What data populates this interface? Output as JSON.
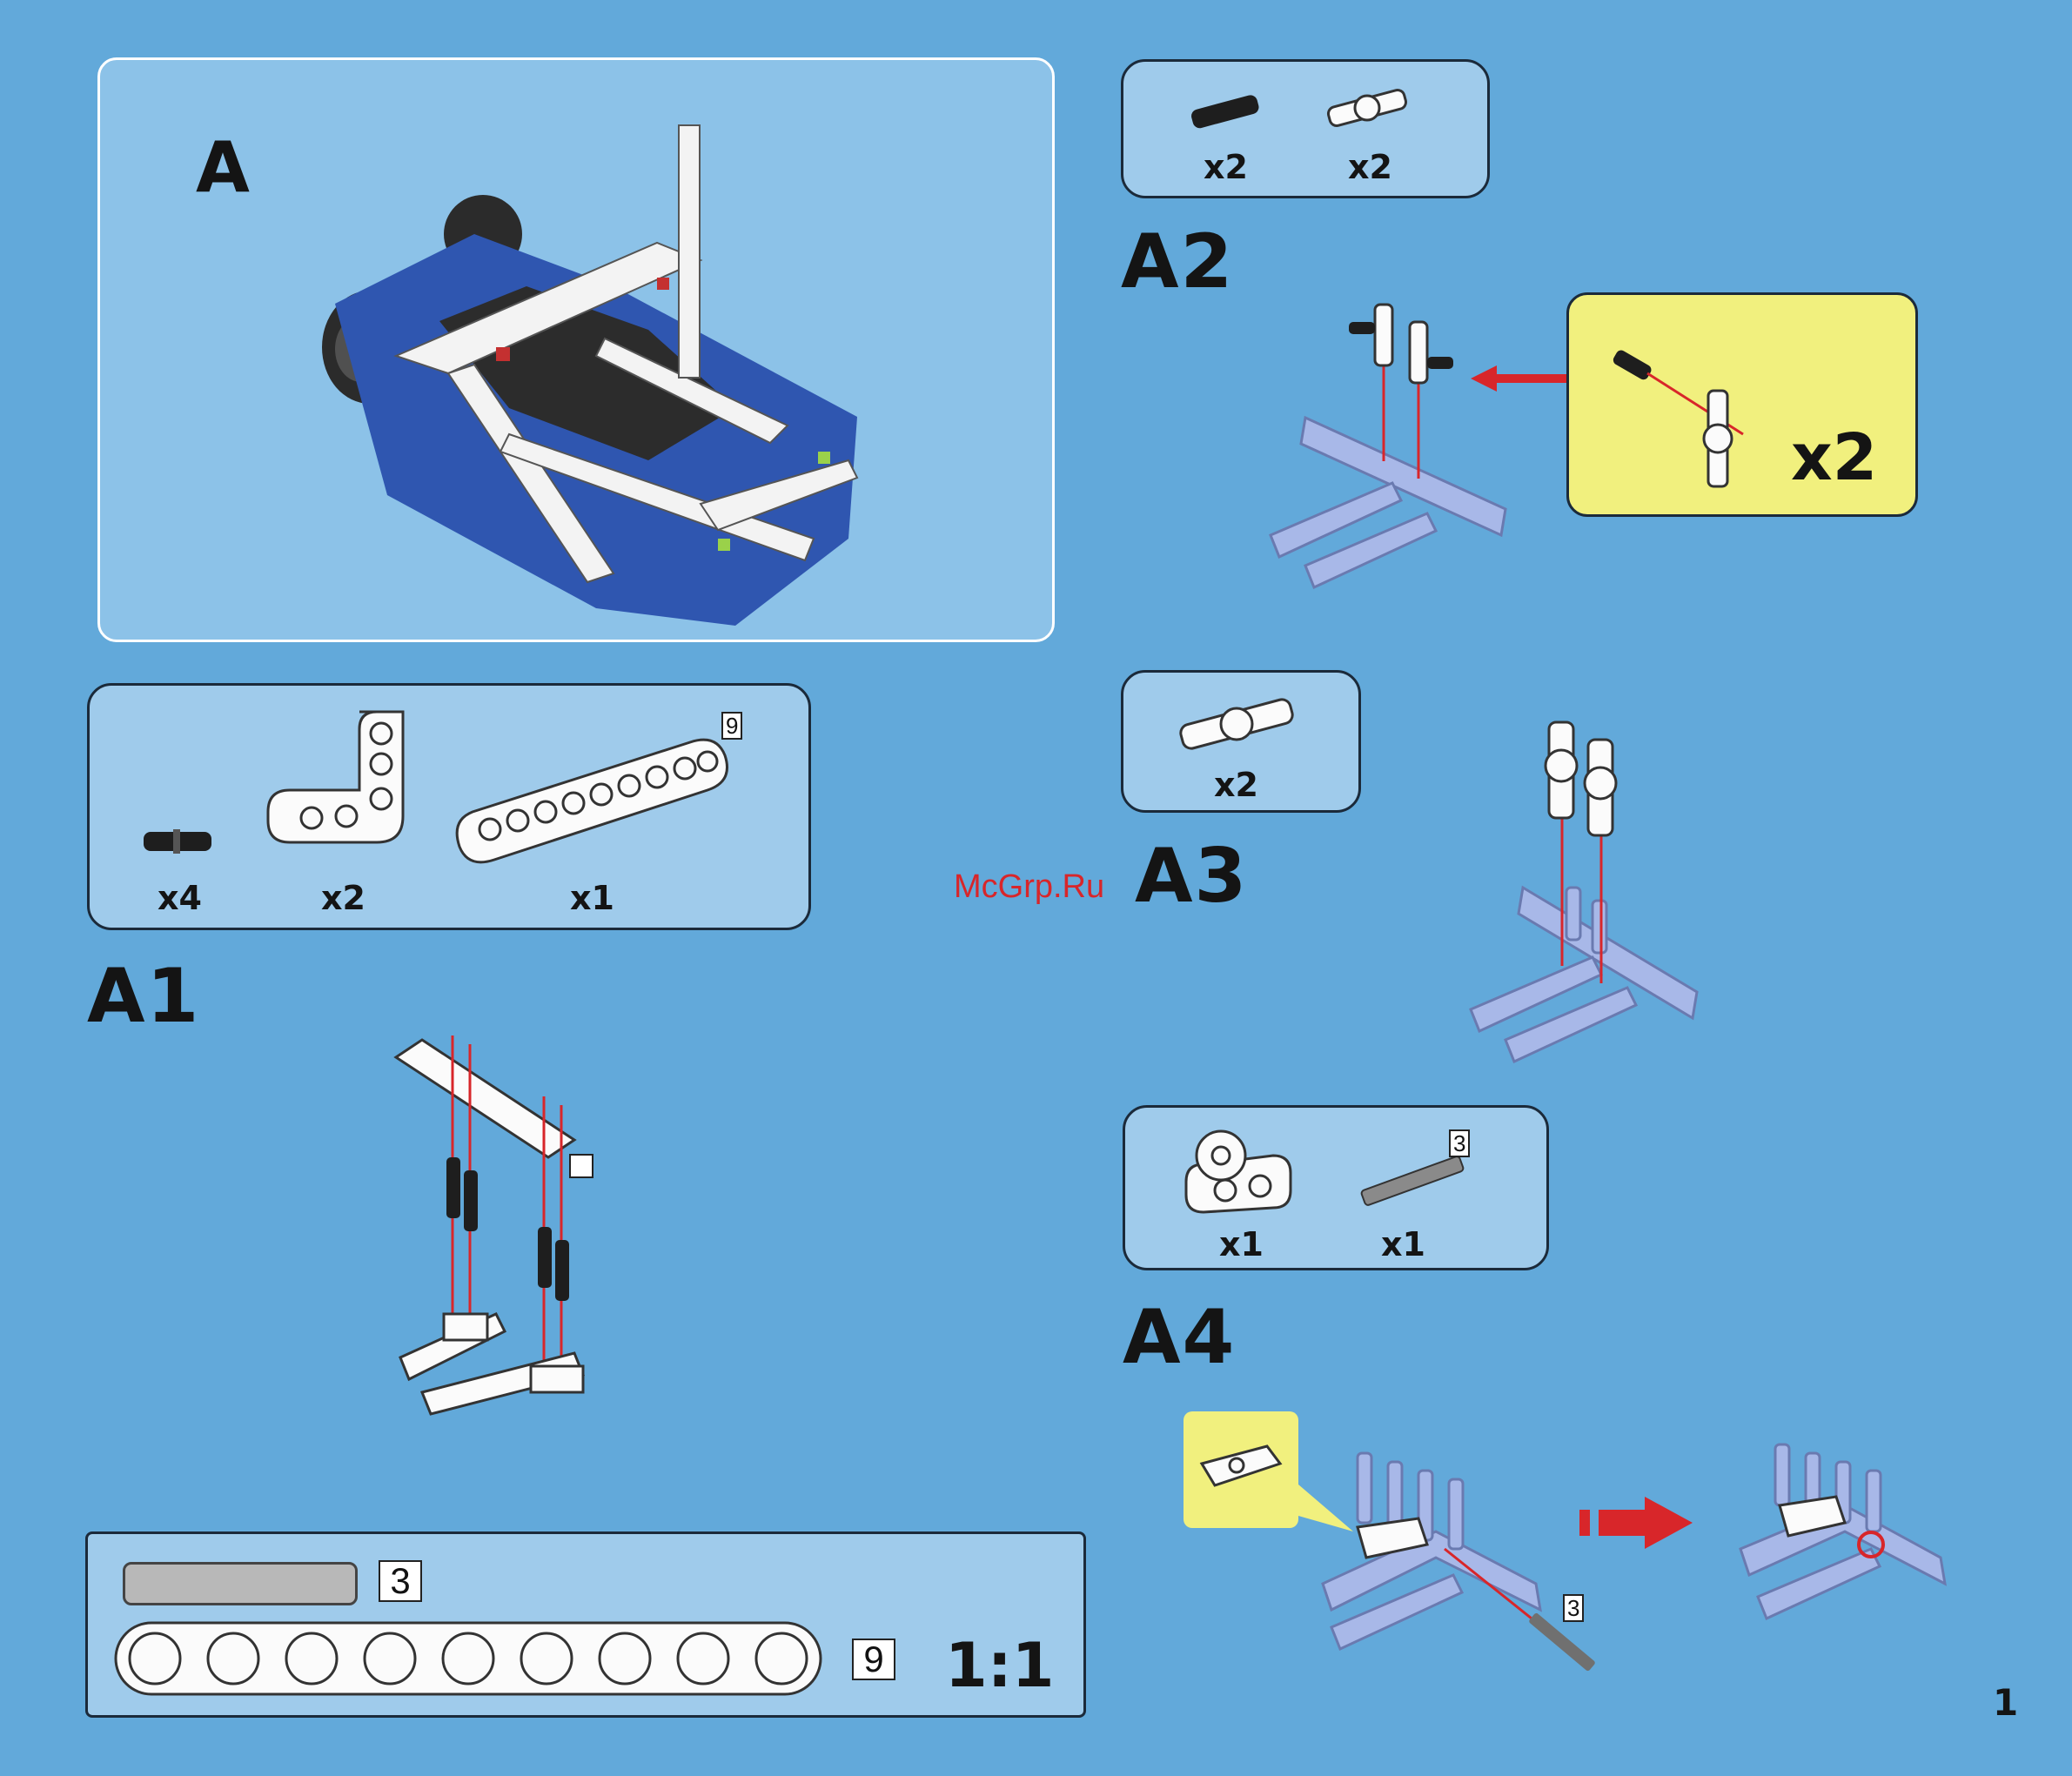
{
  "watermark": "McGrp.Ru",
  "page_number": "1",
  "overview": {
    "label": "A"
  },
  "steps": {
    "a1": {
      "label": "A1",
      "parts": [
        {
          "qty": "x4"
        },
        {
          "qty": "x2"
        },
        {
          "qty": "x1",
          "length": "9"
        }
      ],
      "beam_tag": "9"
    },
    "a2": {
      "label": "A2",
      "parts": [
        {
          "qty": "x2"
        },
        {
          "qty": "x2"
        }
      ],
      "callout_qty": "x2"
    },
    "a3": {
      "label": "A3",
      "parts": [
        {
          "qty": "x2"
        }
      ]
    },
    "a4": {
      "label": "A4",
      "parts": [
        {
          "qty": "x1"
        },
        {
          "qty": "x1",
          "length": "3"
        }
      ],
      "axle_tag": "3"
    }
  },
  "scale": {
    "axle_length": "3",
    "beam_length": "9",
    "ratio": "1:1"
  },
  "colors": {
    "background": "#62a9da",
    "panel": "#9fcbeb",
    "callout": "#f1f07e",
    "arrow": "#d8262a",
    "ghost_part": "#a8b8e8"
  }
}
